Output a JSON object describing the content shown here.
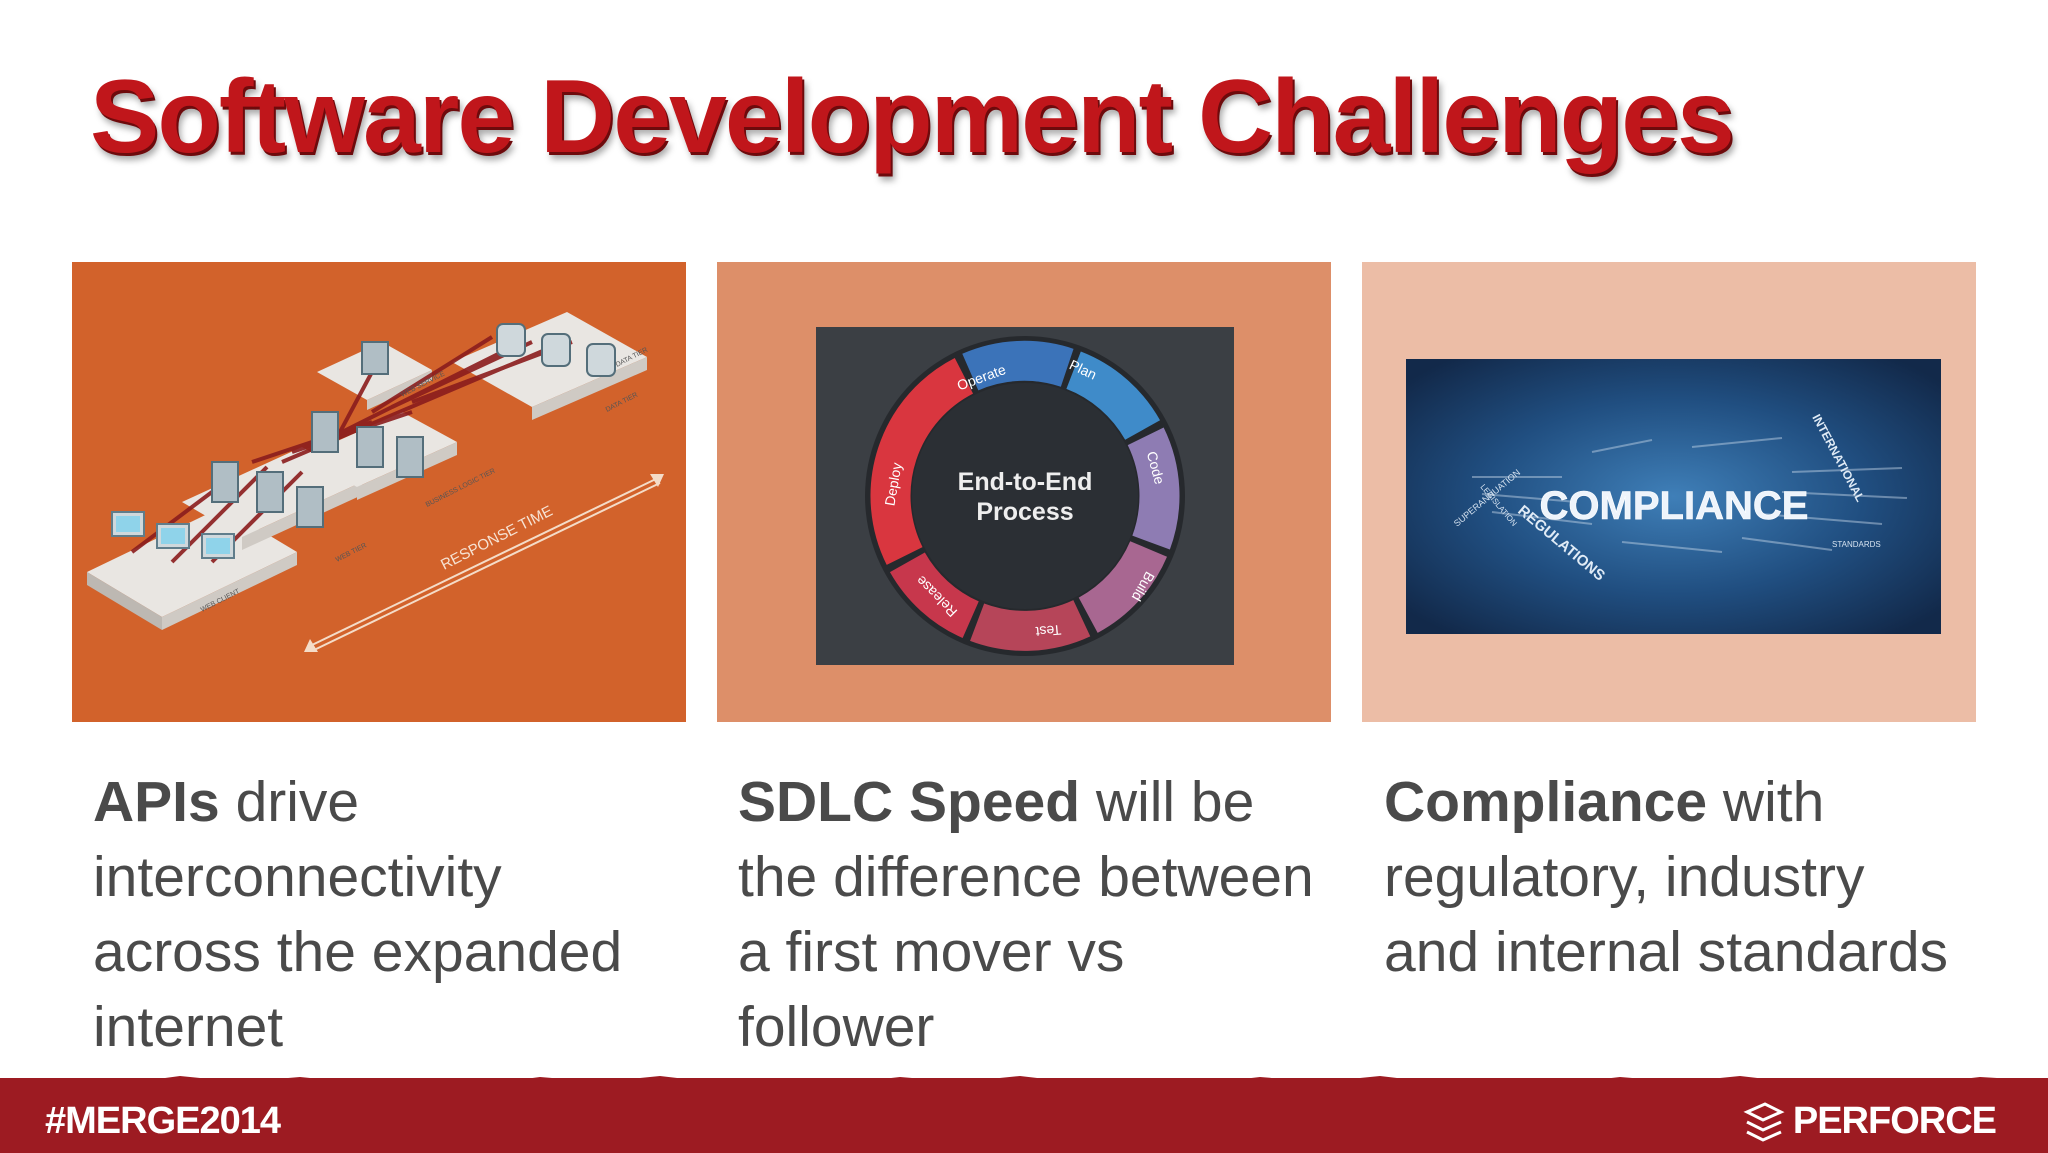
{
  "slide": {
    "title": "Software Development Challenges"
  },
  "panels": [
    {
      "diagram": {
        "response_time": "RESPONSE TIME",
        "labels": [
          "WEB CLIENT",
          "WEB TIER",
          "BUSINESS LOGIC TIER",
          "DATA TIER",
          "WEB SERVICE",
          "DATA TIER"
        ]
      },
      "caption": {
        "bold": "APIs",
        "rest": " drive interconnectivity across the expanded internet"
      }
    },
    {
      "cycle": {
        "center_line1": "End-to-End",
        "center_line2": "Process",
        "stages": [
          "Operate",
          "Plan",
          "Code",
          "Build",
          "Test",
          "Release",
          "Deploy"
        ]
      },
      "caption": {
        "bold": "SDLC Speed",
        "rest": " will be the difference between a first mover vs follower"
      }
    },
    {
      "wordcloud": {
        "main": "COMPLIANCE",
        "words": [
          "REGULATIONS",
          "INTERNATIONAL",
          "SUPERANNUATION",
          "LEGISLATION",
          "STANDARDS"
        ]
      },
      "caption": {
        "bold": "Compliance",
        "rest": " with regulatory, industry and internal standards"
      }
    }
  ],
  "footer": {
    "hashtag": "#MERGE2014",
    "brand": "PERFORCE"
  },
  "colors": {
    "title_red": "#c0161b",
    "footer_red": "#9d1b22",
    "panel_1": "#d2622b",
    "panel_2": "#dd8f69",
    "panel_3": "#ecbda6",
    "caption_text": "#4a4a4a"
  }
}
